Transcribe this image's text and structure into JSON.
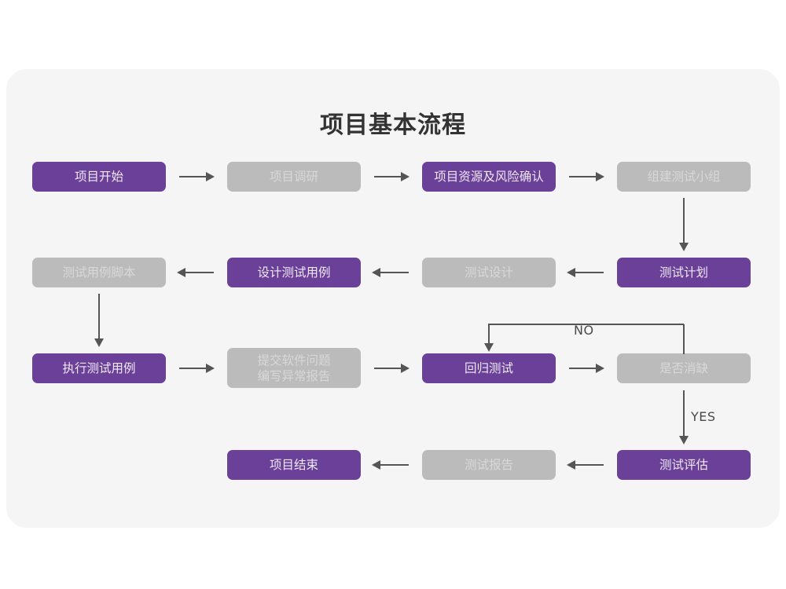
{
  "title": "项目基本流程",
  "colors": {
    "purple": "#6b4099",
    "gray": "#bbbbbb",
    "card_bg": "#f5f5f5",
    "page_bg": "#ffffff",
    "connector": "#555555",
    "title_text": "#333333"
  },
  "nodes": {
    "n1": {
      "label": "项目开始",
      "style": "purple"
    },
    "n2": {
      "label": "项目调研",
      "style": "gray"
    },
    "n3": {
      "label": "项目资源及风险确认",
      "style": "purple"
    },
    "n4": {
      "label": "组建测试小组",
      "style": "gray"
    },
    "n5": {
      "label": "测试计划",
      "style": "purple"
    },
    "n6": {
      "label": "测试设计",
      "style": "gray"
    },
    "n7": {
      "label": "设计测试用例",
      "style": "purple"
    },
    "n8": {
      "label": "测试用例脚本",
      "style": "gray"
    },
    "n9": {
      "label": "执行测试用例",
      "style": "purple"
    },
    "n10": {
      "label": "提交软件问题\n编写异常报告",
      "style": "gray"
    },
    "n11": {
      "label": "回归测试",
      "style": "purple"
    },
    "n12": {
      "label": "是否消缺",
      "style": "gray"
    },
    "n13": {
      "label": "测试评估",
      "style": "purple"
    },
    "n14": {
      "label": "测试报告",
      "style": "gray"
    },
    "n15": {
      "label": "项目结束",
      "style": "purple"
    }
  },
  "edge_labels": {
    "no": "NO",
    "yes": "YES"
  }
}
